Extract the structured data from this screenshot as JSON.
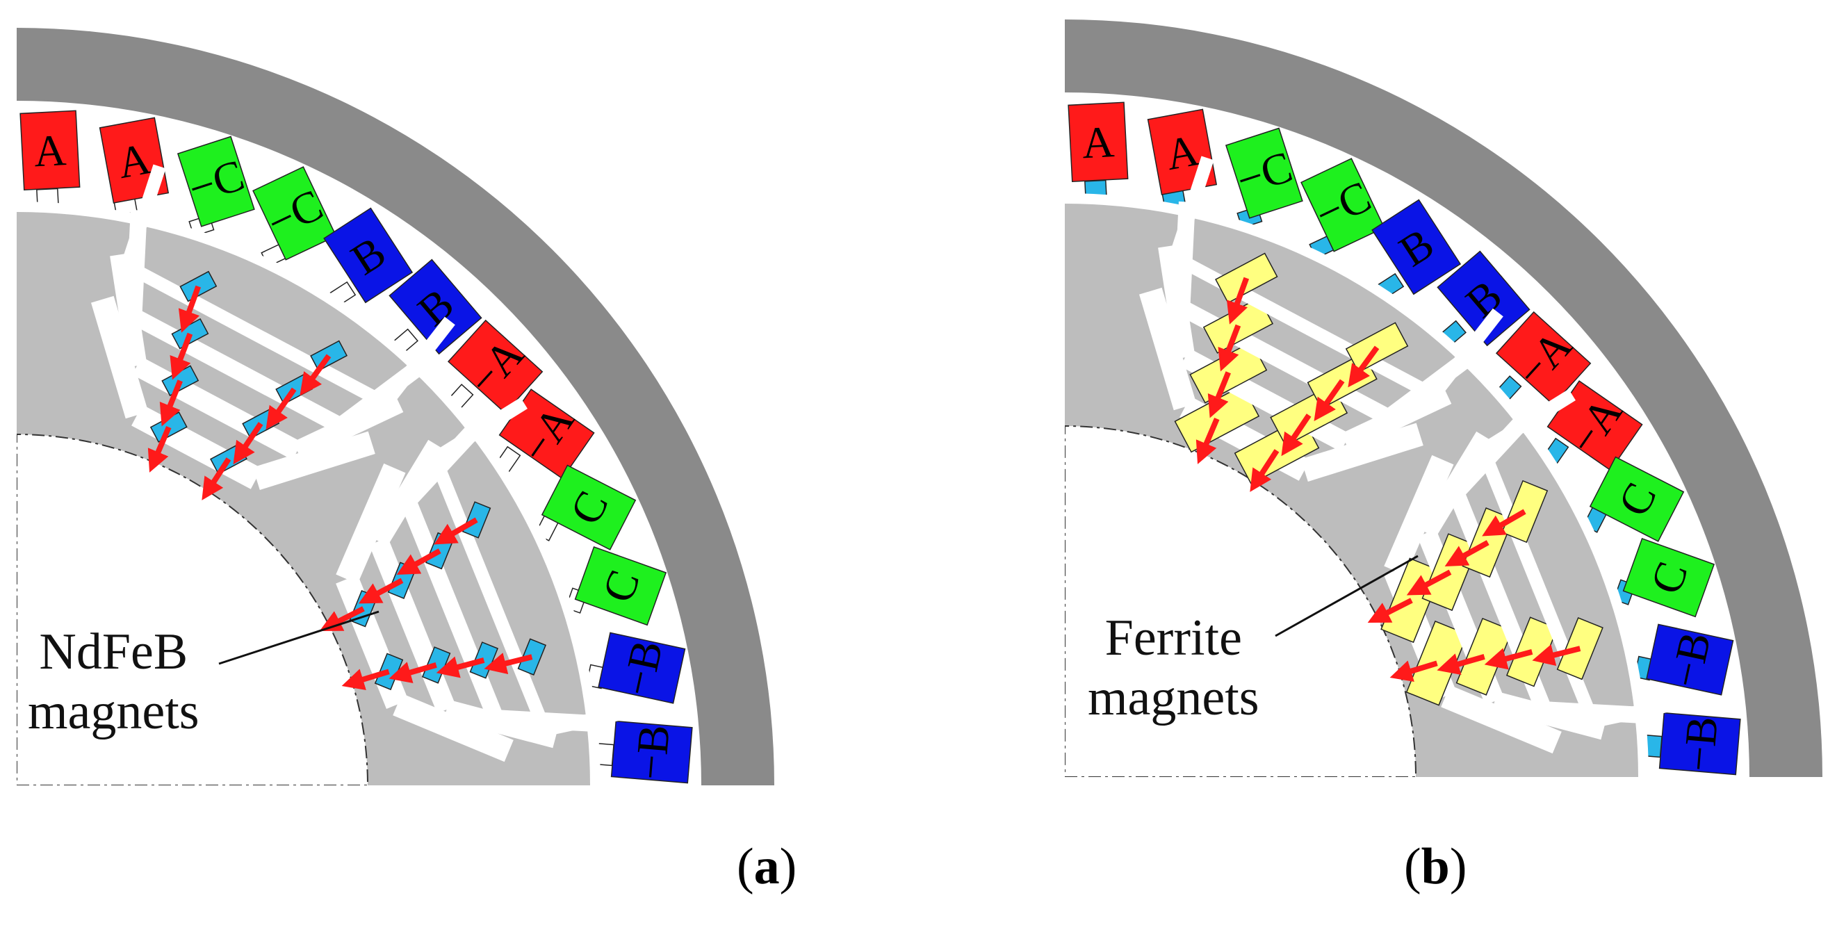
{
  "colors": {
    "stator": "#8a8a8a",
    "rotor": "#bdbdbd",
    "air": "#ffffff",
    "phase_A": "#ff1a1a",
    "phase_B": "#0a14e6",
    "phase_C": "#1ef01e",
    "ndfeb": "#29b6e8",
    "ferrite": "#ffff80",
    "arrow": "#ff1a1a"
  },
  "panels": [
    {
      "id": "a",
      "caption_open": "(",
      "caption_letter": "a",
      "caption_close": ")",
      "magnet_label_line1": "NdFeB",
      "magnet_label_line2": "magnets",
      "magnet_type": "ndfeb",
      "coils": [
        {
          "label": "A",
          "phase": "A"
        },
        {
          "label": "A",
          "phase": "A"
        },
        {
          "label": "−C",
          "phase": "C"
        },
        {
          "label": "−C",
          "phase": "C"
        },
        {
          "label": "B",
          "phase": "B"
        },
        {
          "label": "B",
          "phase": "B"
        },
        {
          "label": "−A",
          "phase": "A"
        },
        {
          "label": "−A",
          "phase": "A"
        },
        {
          "label": "C",
          "phase": "C"
        },
        {
          "label": "C",
          "phase": "C"
        },
        {
          "label": "−B",
          "phase": "B"
        },
        {
          "label": "−B",
          "phase": "B"
        }
      ]
    },
    {
      "id": "b",
      "caption_open": "(",
      "caption_letter": "b",
      "caption_close": ")",
      "magnet_label_line1": "Ferrite",
      "magnet_label_line2": "magnets",
      "magnet_type": "ferrite",
      "coils": [
        {
          "label": "A",
          "phase": "A"
        },
        {
          "label": "A",
          "phase": "A"
        },
        {
          "label": "−C",
          "phase": "C"
        },
        {
          "label": "−C",
          "phase": "C"
        },
        {
          "label": "B",
          "phase": "B"
        },
        {
          "label": "B",
          "phase": "B"
        },
        {
          "label": "−A",
          "phase": "A"
        },
        {
          "label": "−A",
          "phase": "A"
        },
        {
          "label": "C",
          "phase": "C"
        },
        {
          "label": "C",
          "phase": "C"
        },
        {
          "label": "−B",
          "phase": "B"
        },
        {
          "label": "−B",
          "phase": "B"
        }
      ]
    }
  ]
}
